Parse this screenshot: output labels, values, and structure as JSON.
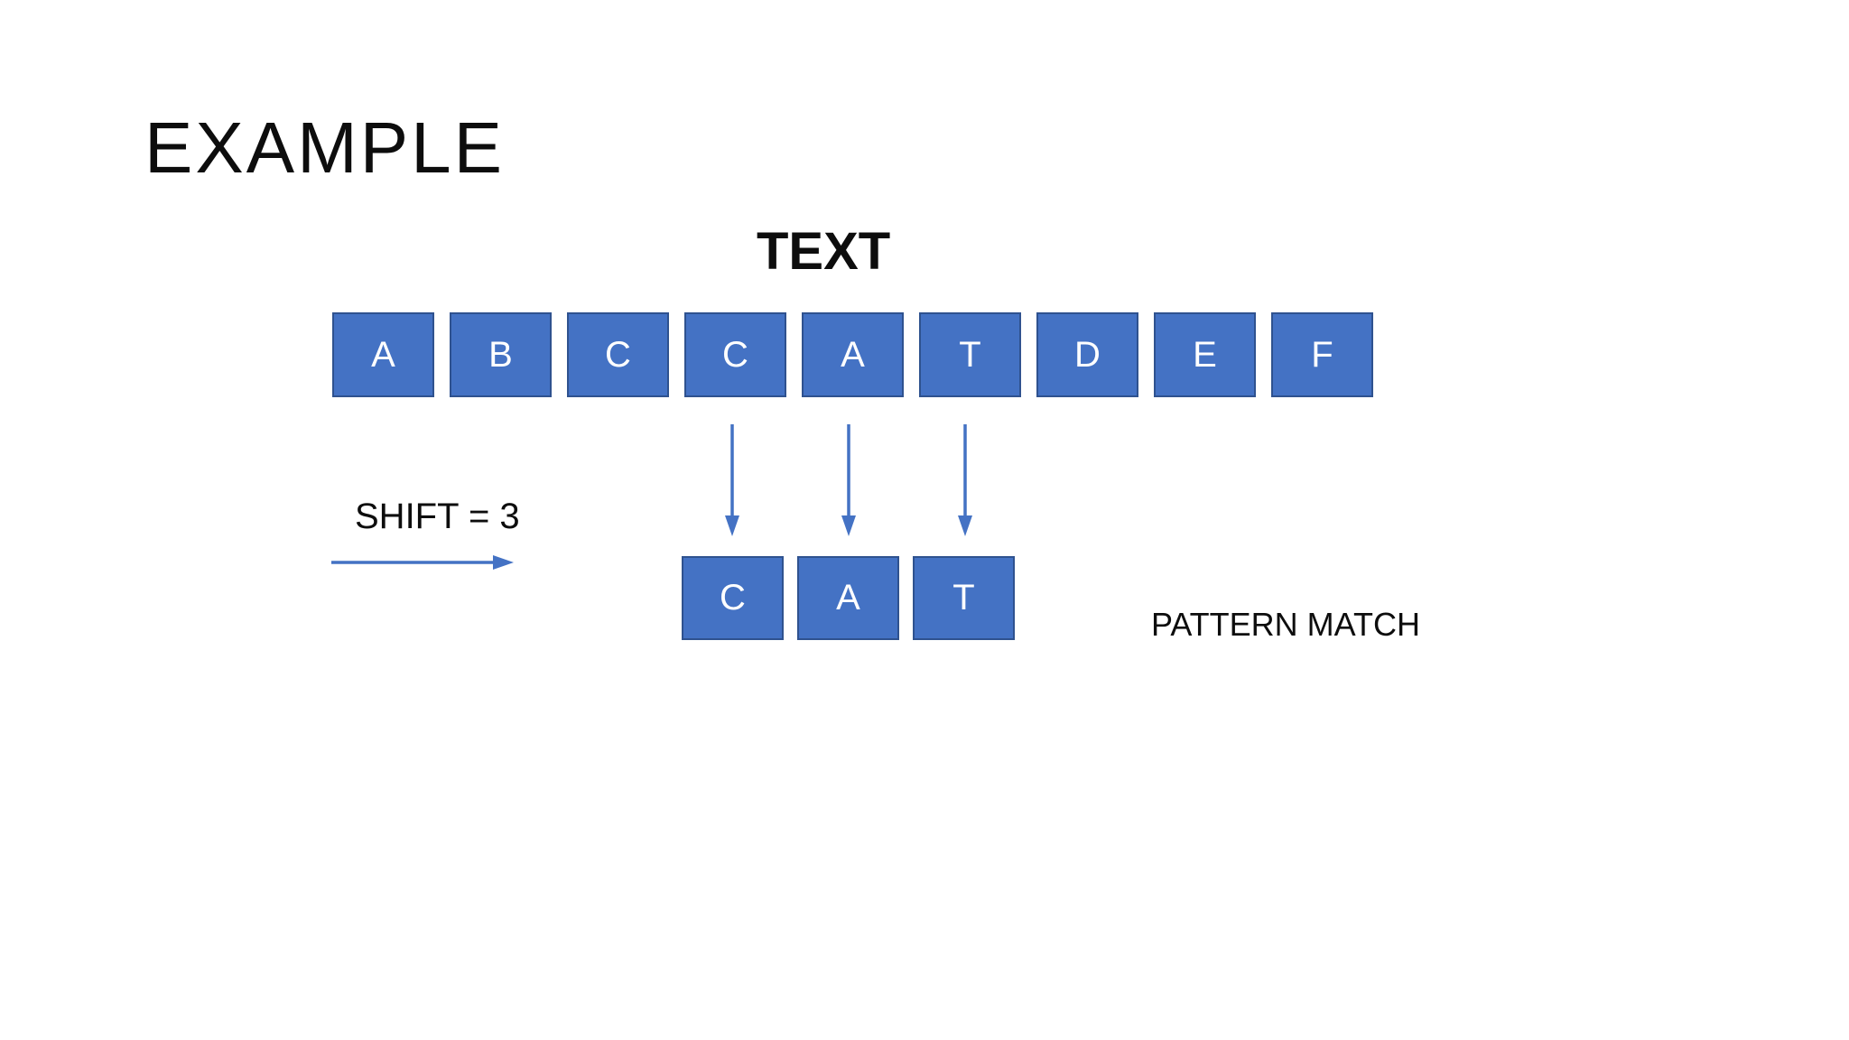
{
  "slide": {
    "title": "EXAMPLE",
    "text_section": {
      "heading": "TEXT",
      "cells": [
        "A",
        "B",
        "C",
        "C",
        "A",
        "T",
        "D",
        "E",
        "F"
      ]
    },
    "shift": {
      "label": "SHIFT = 3"
    },
    "pattern_section": {
      "cells": [
        "C",
        "A",
        "T"
      ],
      "match_label": "PATTERN MATCH"
    },
    "colors": {
      "box_fill": "#4472C4",
      "box_border": "#2F528F",
      "arrow": "#4472C4",
      "text": "#0d0d0d",
      "box_letter": "#ffffff",
      "background": "#ffffff"
    }
  }
}
